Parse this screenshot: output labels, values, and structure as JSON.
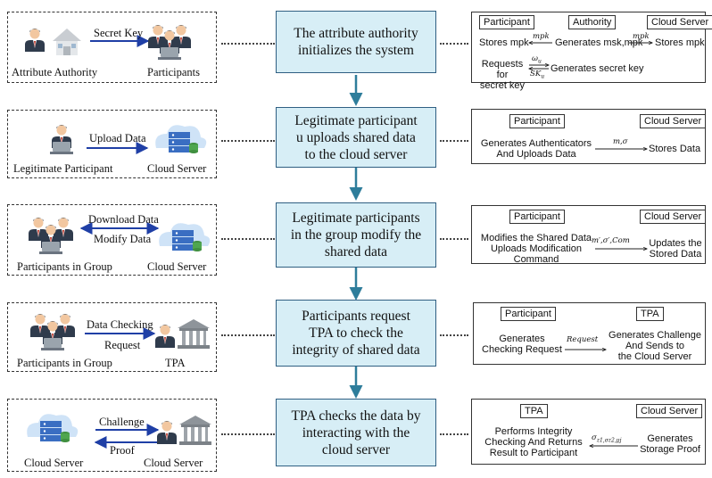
{
  "colors": {
    "step_fill": "#d7eef6",
    "step_border": "#2f5f82",
    "arrow_teal": "#2e7d9b",
    "link_blue": "#1f3fa6"
  },
  "steps": [
    {
      "text": "The attribute authority\ninitializes the system",
      "left": {
        "from": "Attribute Authority",
        "to": "Participants",
        "arrow_top": "Secret Key"
      },
      "proto": {
        "p1": "Participant",
        "p2": "Authority",
        "p3": "Cloud Server",
        "l1": "Stores mpk",
        "m1": "mpk",
        "l2": "Generates msk,mpk",
        "m2": "mpk",
        "l3": "Stores mpk",
        "l4": "Requests for\nsecret key",
        "m3": "ω",
        "m3_sub": "u",
        "m4": "SK",
        "m4_sub": "u",
        "l5": "Generates secret key"
      }
    },
    {
      "text": "Legitimate participant\nu uploads shared data\nto the cloud server",
      "left": {
        "from": "Legitimate Participant",
        "to": "Cloud Server",
        "arrow_top": "Upload Data"
      },
      "proto": {
        "p1": "Participant",
        "p2": "Cloud Server",
        "l1": "Generates Authenticators\nAnd Uploads Data",
        "m1": "m,σ",
        "l2": "Stores Data"
      }
    },
    {
      "text": "Legitimate participants\nin the group modify the\nshared data",
      "left": {
        "from": "Participants in Group",
        "to": "Cloud Server",
        "arrow_top": "Download Data",
        "arrow_bottom": "Modify Data"
      },
      "proto": {
        "p1": "Participant",
        "p2": "Cloud Server",
        "l1": "Modifies the Shared Data\nUploads Modification\nCommand",
        "m1": "m′,σ′,Com",
        "l2": "Updates the\nStored Data"
      }
    },
    {
      "text": "Participants request\nTPA to check the\nintegrity of shared data",
      "left": {
        "from": "Participants in Group",
        "to": "TPA",
        "arrow_top": "Data Checking",
        "arrow_bottom": "Request"
      },
      "proto": {
        "p1": "Participant",
        "p2": "TPA",
        "l1": "Generates\nChecking Request",
        "m1": "Request",
        "l2": "Generates Challenge\nAnd Sends to\nthe Cloud Server"
      }
    },
    {
      "text": "TPA checks the data by\ninteracting with the\ncloud server",
      "left": {
        "from": "Cloud Server",
        "to": "Cloud Server",
        "arrow_top": "Challenge",
        "arrow_bottom": "Proof"
      },
      "proto": {
        "p1": "TPA",
        "p2": "Cloud Server",
        "l1": "Performs Integrity\nChecking And Returns\nResult to Participant",
        "m1": "σ",
        "m1_sub": "z1,σz2,μj",
        "l2": "Generates\nStorage Proof"
      }
    }
  ]
}
